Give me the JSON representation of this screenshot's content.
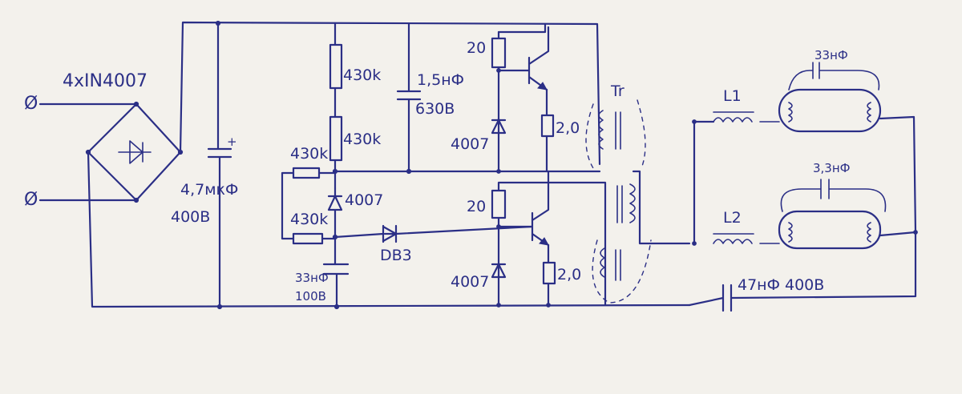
{
  "labels": {
    "bridge_diodes": "4xIN4007",
    "bulk_cap_value": "4,7мкФ",
    "bulk_cap_voltage": "400В",
    "bulk_cap_polarity": "+",
    "res_top_1": "430k",
    "res_top_2": "430k",
    "res_left_1": "430k",
    "res_left_2": "430k",
    "diode_mid": "4007",
    "diode_upper": "4007",
    "diode_lower": "4007",
    "cap_timing_value": "33нФ",
    "cap_timing_voltage": "100В",
    "diac": "DB3",
    "snubber_value": "1,5нФ",
    "snubber_voltage": "630В",
    "base_res_upper": "20",
    "base_res_lower": "20",
    "emitter_res_upper": "2,0",
    "emitter_res_lower": "2,0",
    "transformer": "Tr",
    "inductor_1": "L1",
    "inductor_2": "L2",
    "lamp_cap_1": "33нФ",
    "lamp_cap_2": "3,3нФ",
    "output_cap": "47нФ 400В",
    "ac_in_1": "Ø",
    "ac_in_2": "Ø"
  },
  "colors": {
    "ink": "#2b2f86",
    "paper": "#f3f1ec"
  }
}
